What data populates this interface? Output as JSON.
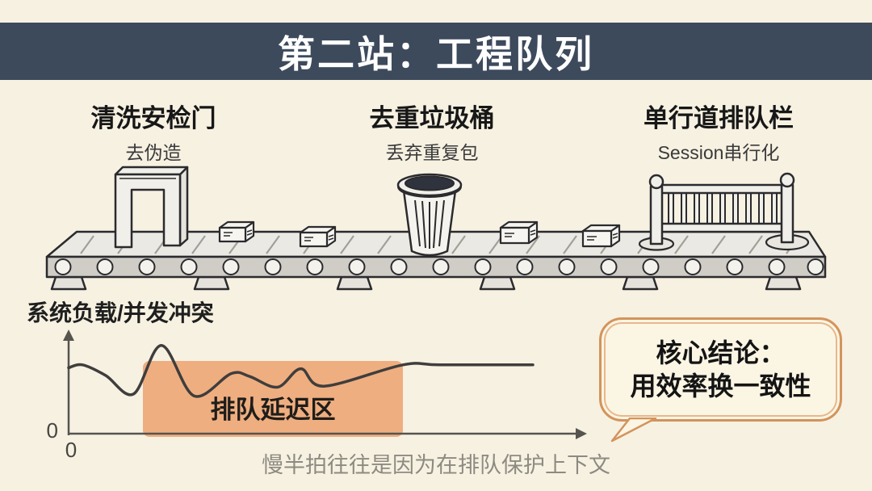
{
  "banner": {
    "title": "第二站：工程队列"
  },
  "stations": [
    {
      "title": "清洗安检门",
      "subtitle": "去伪造",
      "icon": "security-gate-icon"
    },
    {
      "title": "去重垃圾桶",
      "subtitle": "丢弃重复包",
      "icon": "trash-bin-icon"
    },
    {
      "title": "单行道排队栏",
      "subtitle": "Session串行化",
      "icon": "queue-barrier-icon"
    }
  ],
  "chart_data": {
    "type": "line",
    "title": "系统负载/并发冲突",
    "ylabel": "系统负载/并发冲突",
    "xlabel": "",
    "x_origin_label": "0",
    "y_origin_label": "0",
    "grid": false,
    "legend": "none",
    "x_range": [
      0,
      100
    ],
    "y_range": [
      0,
      100
    ],
    "series": [
      {
        "name": "系统负载",
        "x": [
          0,
          3,
          8,
          14,
          20,
          27,
          35,
          39,
          45,
          50,
          55,
          72,
          80,
          100
        ],
        "y": [
          68,
          71,
          60,
          41,
          91,
          39,
          62,
          59,
          48,
          67,
          49,
          71,
          71,
          71
        ]
      }
    ],
    "highlight_zone": {
      "label": "排队延迟区",
      "x_start": 16,
      "x_end": 72,
      "y_top": 75,
      "color": "#efae80"
    }
  },
  "conclusion_bubble": {
    "line1": "核心结论：",
    "line2": "用效率换一致性"
  },
  "caption": "慢半拍往往是因为在排队保护上下文",
  "colors": {
    "background": "#f7f1e2",
    "banner": "#3d4a5c",
    "banner_text": "#ffffff",
    "ink": "#2b2b2e",
    "zone": "#efae80",
    "bubble_bg": "#fbf5e4",
    "bubble_border": "#d3945c",
    "caption_text": "#8d8a80",
    "axis": "#55544f",
    "curve": "#3f3e3c"
  }
}
